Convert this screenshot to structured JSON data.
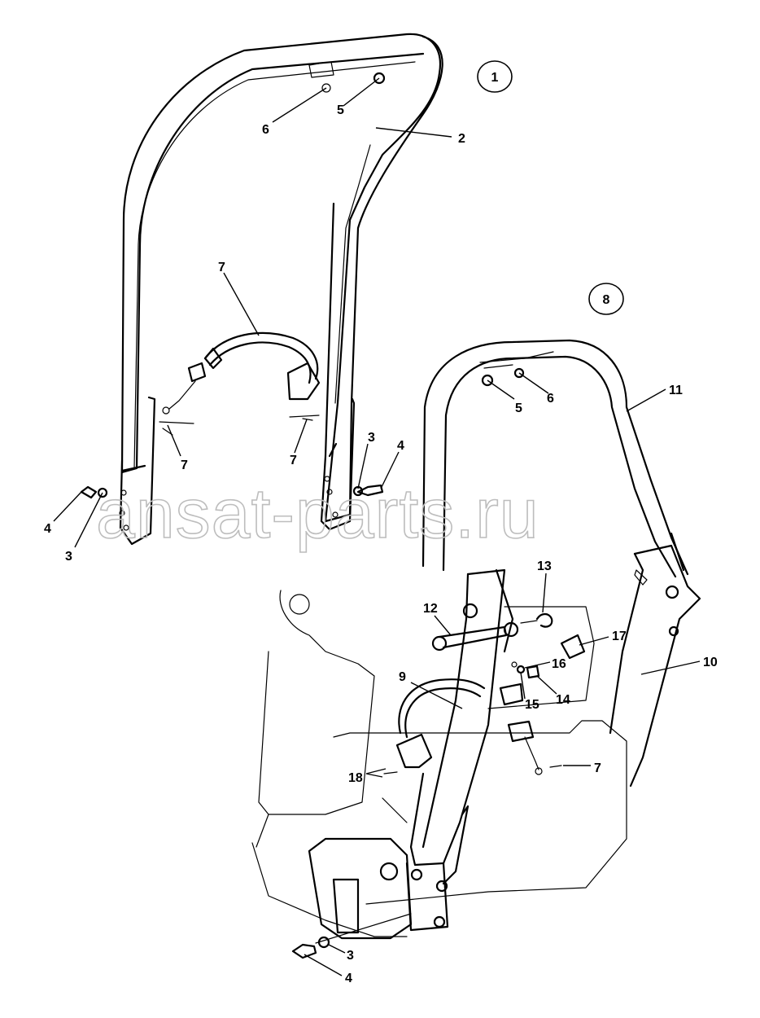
{
  "diagram": {
    "callouts": {
      "view_1": "1",
      "view_8": "8",
      "l2": "2",
      "l5a": "5",
      "l6a": "6",
      "l7a": "7",
      "l7b": "7",
      "l7c": "7",
      "l3a": "3",
      "l4a": "4",
      "l4b": "4",
      "l3b": "3",
      "l11": "11",
      "l5b": "5",
      "l6b": "6",
      "l13": "13",
      "l12": "12",
      "l17": "17",
      "l10": "10",
      "l16": "16",
      "l9": "9",
      "l15": "15",
      "l14": "14",
      "l18": "18",
      "l7d": "7",
      "l3c": "3",
      "l4c": "4"
    },
    "watermark": "ansat-parts.ru"
  }
}
